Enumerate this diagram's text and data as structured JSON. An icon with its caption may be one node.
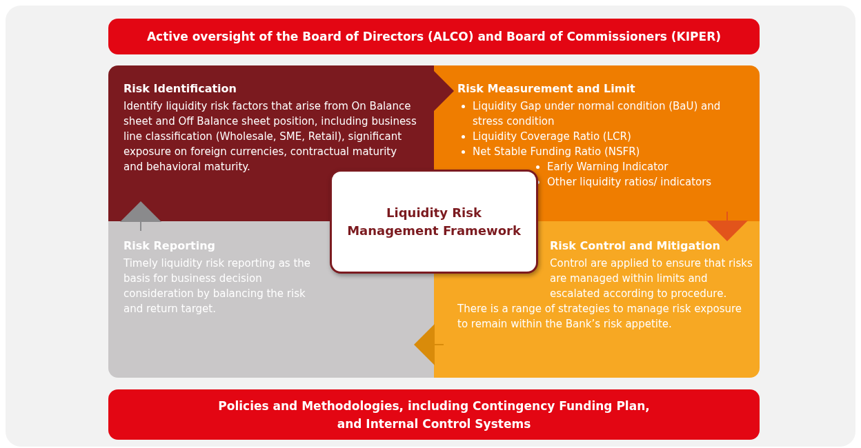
{
  "diagram": {
    "nodes": [
      {
        "text": [
          "Active oversight of the Board of Directors (ALCO) and Board of Commissioners (KIPER)"
        ]
      },
      {
        "text": [
          "Risk Identification",
          "Identify liquidity risk factors that arise from On Balance sheet and Off Balance sheet position, including business line classification (Wholesale, SME, Retail), significant exposure on foreign currencies, contractual maturity and behavioral maturity."
        ]
      },
      {
        "text": [
          "Risk Measurement and Limit",
          "Liquidity Gap under normal condition (BaU) and stress condition",
          "Liquidity Coverage Ratio (LCR)",
          "Net Stable Funding Ratio (NSFR)",
          "Early Warning Indicator",
          "Other liquidity ratios/ indicators"
        ]
      },
      {
        "text": [
          "Risk Reporting",
          "Timely liquidity risk reporting as the basis for business decision consideration by balancing the risk and return target."
        ]
      },
      {
        "text": [
          "Risk Control and Mitigation",
          "Control are applied to ensure that risks are managed within limits and escalated according to procedure. There is a range of strategies to manage risk exposure to remain within the Bank’s risk appetite."
        ]
      },
      {
        "text": [
          "Liquidity Risk Management Framework"
        ]
      },
      {
        "text": [
          "Policies and Methodologies, including Contingency Funding Plan, and Internal Control Systems"
        ]
      }
    ],
    "edges": [
      {
        "from": 1,
        "to": 2,
        "arrow": "to",
        "color": "#7b1a1f"
      },
      {
        "from": 2,
        "to": 4,
        "arrow": "to",
        "color": "#e2541b"
      },
      {
        "from": 4,
        "to": 3,
        "arrow": "to",
        "color": "#d98b0a"
      },
      {
        "from": 3,
        "to": 1,
        "arrow": "to",
        "color": "#8a8a8c"
      }
    ]
  }
}
